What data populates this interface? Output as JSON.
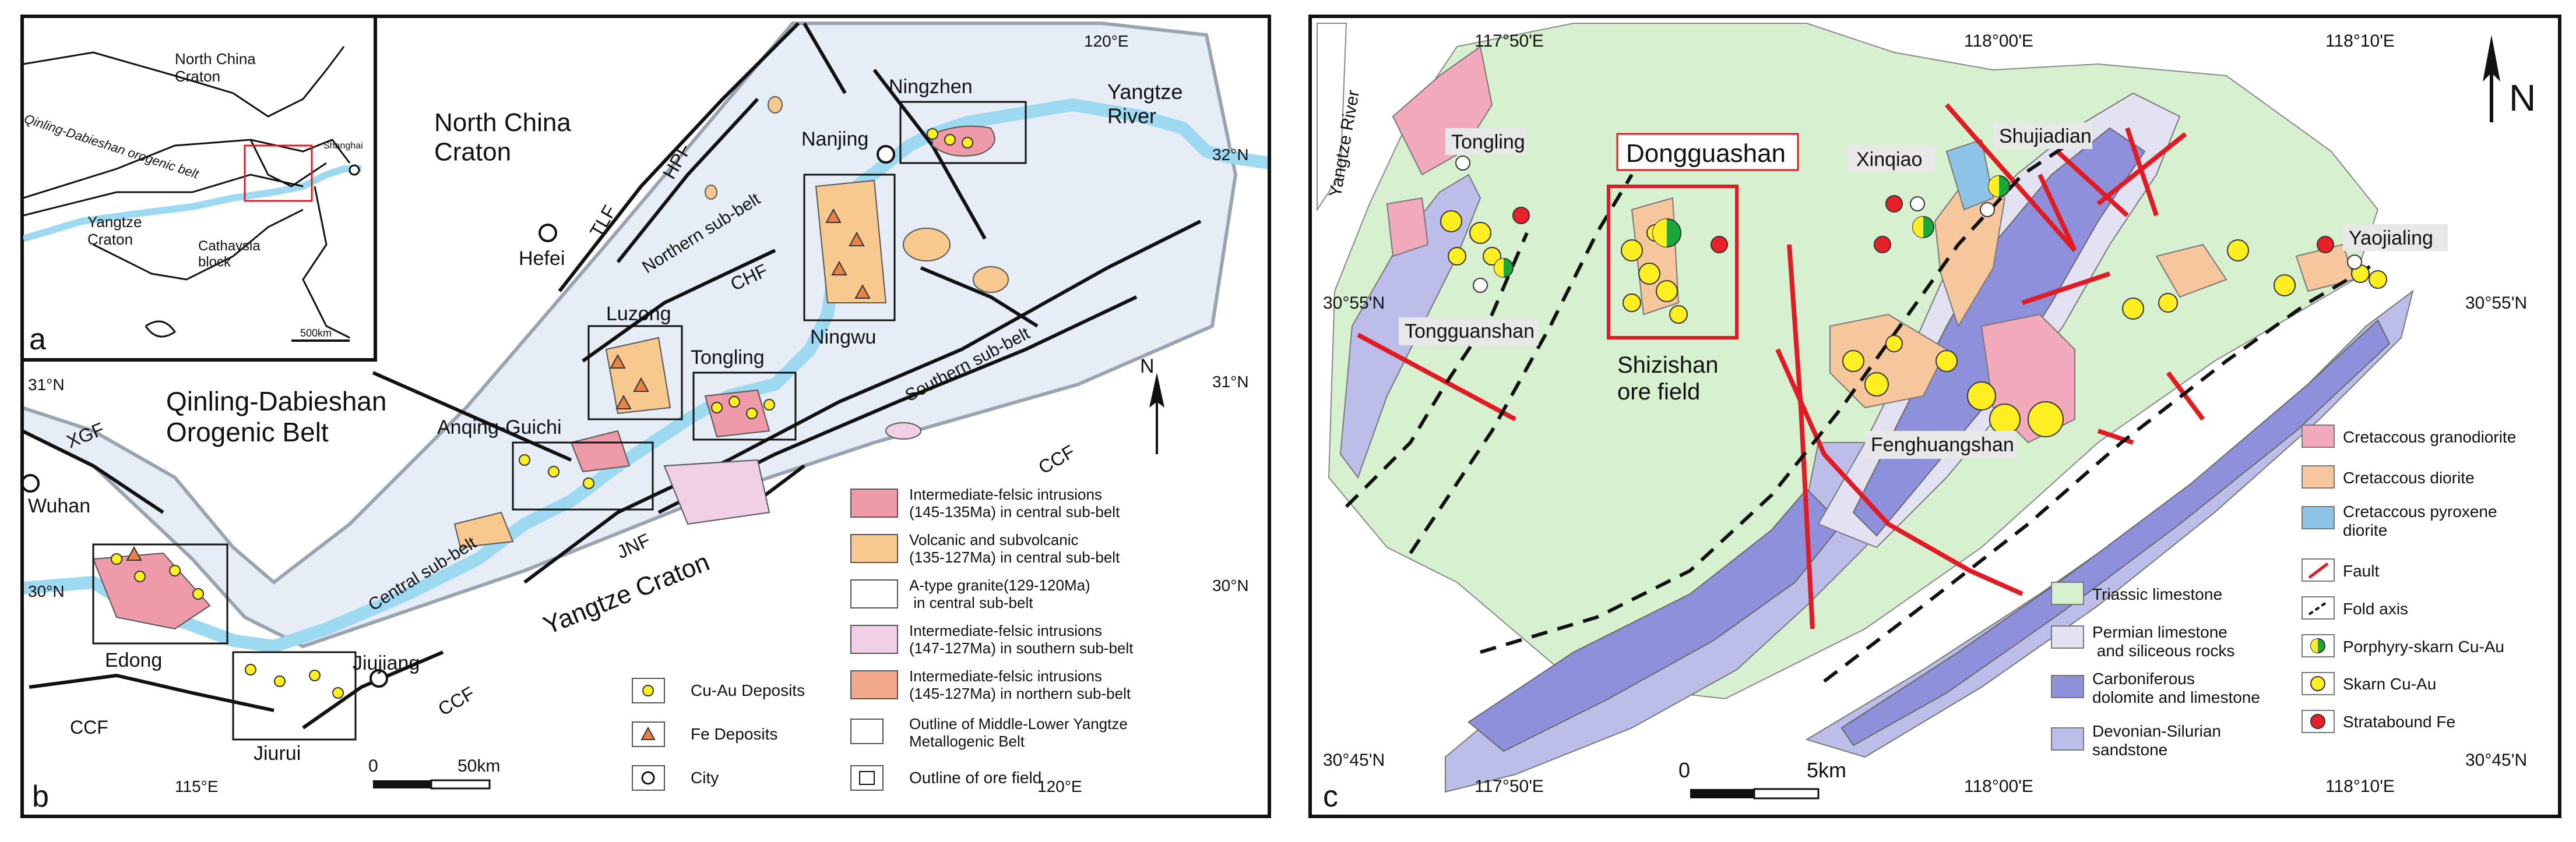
{
  "colors": {
    "water": "#9ed9f2",
    "belt_fill": "#e6edf7",
    "belt_outline": "#9aa4b0",
    "intrusion_central": "#ef9aa8",
    "volcanic": "#f7c98e",
    "a_type": "#ffffff",
    "intrusion_south": "#f1cfe6",
    "intrusion_north": "#f2a98a",
    "fault": "#e01b24",
    "triassic": "#d7f0d0",
    "permian": "#e2e2f2",
    "carboniferous": "#8f90dc",
    "devonian": "#bcbde8",
    "granodiorite": "#f2a9bb",
    "diorite": "#f6c79c",
    "pyroxene_diorite": "#8cc3e6",
    "cu_au": "#ffee22",
    "strata_fe": "#e8202a",
    "porphyry_green": "#1aa83c",
    "fe_triangle": "#e8824a"
  },
  "panel_a": {
    "letter": "a",
    "labels": {
      "north_china": "North China\nCraton",
      "qinling": "Qinling-Dabieshan orogenic belt",
      "yangtze": "Yangtze\nCraton",
      "cathaysia": "Cathaysia\nblock",
      "shanghai": "Shanghai",
      "scale": "500km"
    }
  },
  "panel_b": {
    "letter": "b",
    "region_labels": {
      "north_china": "North China\nCraton",
      "qinling": "Qinling-Dabieshan\nOrogenic Belt",
      "yangtze_craton": "Yangtze Craton",
      "yangtze_river": "Yangtze\nRiver",
      "northern_sub": "Northern sub-belt",
      "central_sub": "Central sub-belt",
      "southern_sub": "Southern sub-belt"
    },
    "faults": [
      "TLF",
      "HPF",
      "CHF",
      "JNF",
      "CCF",
      "CCF",
      "CCF",
      "XGF"
    ],
    "cities": [
      "Hefei",
      "Nanjing",
      "Wuhan",
      "Jiujiang"
    ],
    "ore_fields": [
      "Ningzhen",
      "Ningwu",
      "Luzong",
      "Tongling",
      "Anqing-Guichi",
      "Edong",
      "Jiurui"
    ],
    "coords": {
      "lon_120_top": "120°E",
      "lon_115": "115°E",
      "lon_120_bottom": "120°E",
      "lat_32": "32°N",
      "lat_31_left": "31°N",
      "lat_31_right": "31°N",
      "lat_30_left": "30°N",
      "lat_30_right": "30°N"
    },
    "north_arrow": "N",
    "scale_bar": {
      "zero": "0",
      "end": "50km"
    },
    "legend": [
      {
        "swatch": "intrusion_central",
        "text": "Intermediate-felsic intrusions\n(145-135Ma) in central sub-belt"
      },
      {
        "swatch": "volcanic",
        "text": "Volcanic and subvolcanic\n(135-127Ma) in central sub-belt"
      },
      {
        "swatch": "a_type",
        "text": "A-type granite(129-120Ma)\n in central sub-belt"
      },
      {
        "swatch": "intrusion_south",
        "text": "Intermediate-felsic intrusions\n(147-127Ma) in southern sub-belt"
      },
      {
        "swatch": "intrusion_north",
        "text": "Intermediate-felsic intrusions\n(145-127Ma) in northern sub-belt"
      }
    ],
    "legend_symbols": [
      {
        "symbol": "cu-au",
        "text": "Cu-Au Deposits"
      },
      {
        "symbol": "fe",
        "text": "Fe Deposits"
      },
      {
        "symbol": "city",
        "text": "City"
      }
    ],
    "legend_outlines": [
      {
        "symbol": "belt-outline",
        "text": "Outline of Middle-Lower Yangtze\nMetallogenic Belt"
      },
      {
        "symbol": "ore-field-outline",
        "text": "Outline of ore field"
      }
    ]
  },
  "panel_c": {
    "letter": "c",
    "title": "Dongguashan",
    "labels": {
      "tongling": "Tongling",
      "tongguanshan": "Tongguanshan",
      "shizishan": "Shizishan\nore   field",
      "xinqiao": "Xinqiao",
      "shujiadian": "Shujiadian",
      "yaojialing": "Yaojialing",
      "fenghuangshan": "Fenghuangshan",
      "yangtze_river": "Yangtze River"
    },
    "coords": {
      "lon_1_top": "117°50'E",
      "lon_2_top": "118°00'E",
      "lon_3_top": "118°10'E",
      "lon_1_bottom": "117°50'E",
      "lon_2_bottom": "118°00'E",
      "lon_3_bottom": "118°10'E",
      "lat_55_left": "30°55'N",
      "lat_55_right": "30°55'N",
      "lat_45_left": "30°45'N",
      "lat_45_right": "30°45'N"
    },
    "north_arrow": "N",
    "scale_bar": {
      "zero": "0",
      "end": "5km"
    },
    "legend_strata": [
      {
        "swatch": "triassic",
        "text": "Triassic limestone"
      },
      {
        "swatch": "permian",
        "text": "Permian limestone\n and siliceous rocks"
      },
      {
        "swatch": "carboniferous",
        "text": "Carboniferous\ndolomite and limestone"
      },
      {
        "swatch": "devonian",
        "text": "Devonian-Silurian\nsandstone"
      }
    ],
    "legend_intrusions": [
      {
        "swatch": "granodiorite",
        "text": "Cretaccous granodiorite"
      },
      {
        "swatch": "diorite",
        "text": "Cretaccous  diorite"
      },
      {
        "swatch": "pyroxene_diorite",
        "text": "Cretaccous pyroxene\ndiorite"
      }
    ],
    "legend_symbols": [
      {
        "symbol": "fault",
        "text": "Fault"
      },
      {
        "symbol": "fold-axis",
        "text": "Fold axis"
      },
      {
        "symbol": "porphyry-skarn",
        "text": "Porphyry-skarn Cu-Au"
      },
      {
        "symbol": "skarn",
        "text": "Skarn Cu-Au"
      },
      {
        "symbol": "stratabound",
        "text": "Stratabound Fe"
      }
    ]
  }
}
